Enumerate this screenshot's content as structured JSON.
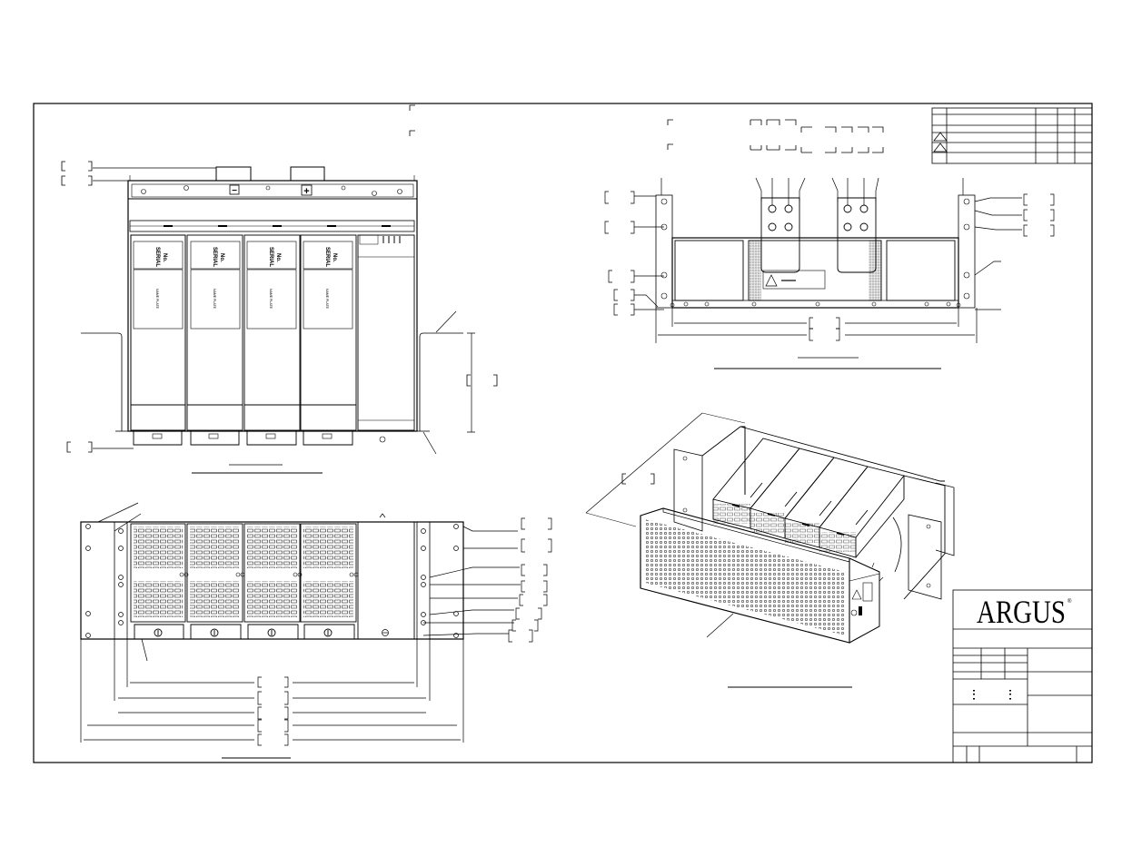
{
  "title_block": {
    "logo": "ARGUS",
    "registered_mark": "®"
  },
  "modules": {
    "serial_label_line1": "SERIAL",
    "serial_label_line2": "No.",
    "name_plate": "NAME PLATE"
  },
  "busbar": {
    "minus_symbol": "−",
    "plus_symbol": "+"
  }
}
